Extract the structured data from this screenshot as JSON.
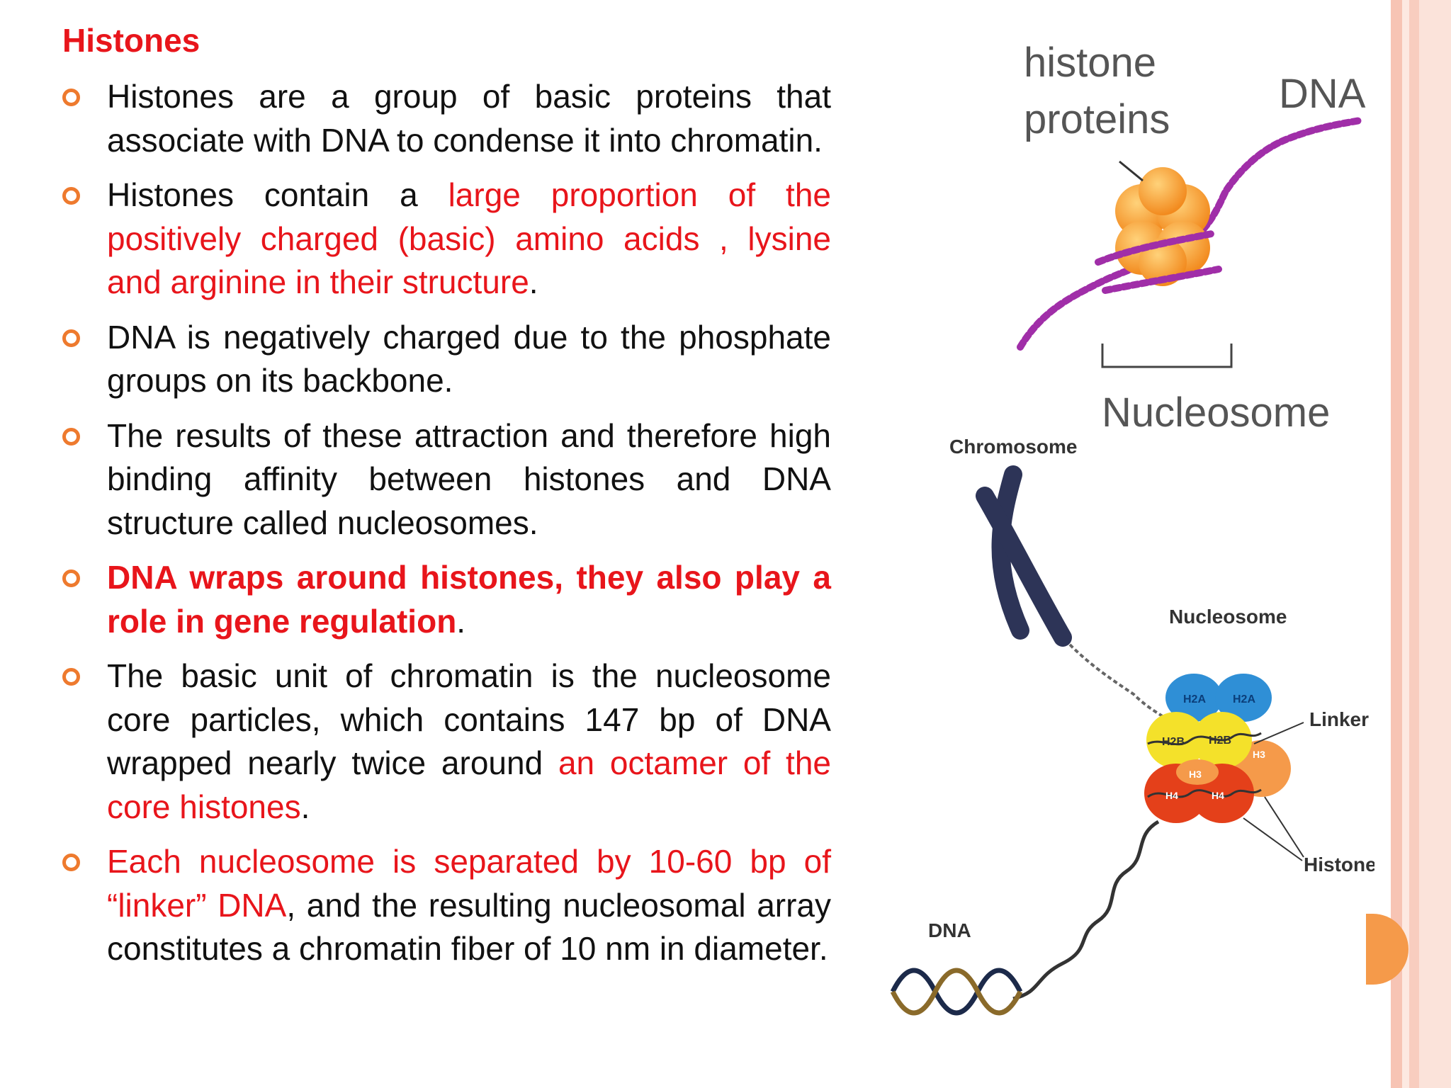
{
  "slide": {
    "title": "Histones",
    "bullets": [
      {
        "parts": [
          {
            "text": "Histones are a group of basic proteins that associate with DNA to condense it into chromatin.",
            "style": ""
          }
        ]
      },
      {
        "parts": [
          {
            "text": "Histones contain a ",
            "style": ""
          },
          {
            "text": "large proportion of the positively charged (basic) amino acids , lysine and arginine in their structure",
            "style": "red"
          },
          {
            "text": ".",
            "style": ""
          }
        ]
      },
      {
        "parts": [
          {
            "text": "DNA is negatively charged due to the phosphate groups on its backbone.",
            "style": ""
          }
        ]
      },
      {
        "parts": [
          {
            "text": "The results of these attraction and therefore high binding affinity between histones and DNA structure called nucleosomes.",
            "style": ""
          }
        ]
      },
      {
        "parts": [
          {
            "text": "DNA wraps around histones, they also play a role in gene regulation",
            "style": "red bold"
          },
          {
            "text": ".",
            "style": ""
          }
        ]
      },
      {
        "parts": [
          {
            "text": "The basic unit of chromatin is the nucleosome core particles, which contains 147 bp of DNA wrapped nearly twice around ",
            "style": ""
          },
          {
            "text": "an octamer of the core histones",
            "style": "red"
          },
          {
            "text": ".",
            "style": ""
          }
        ]
      },
      {
        "parts": [
          {
            "text": "Each nucleosome is separated by 10-60 bp of “linker” DNA",
            "style": "red"
          },
          {
            "text": ", and the resulting nucleosomal array constitutes a chromatin fiber of 10 nm in diameter.",
            "style": ""
          }
        ]
      }
    ]
  },
  "diagram_top": {
    "label_histone": [
      "histone",
      "proteins"
    ],
    "label_dna": "DNA",
    "label_nucleosome": "Nucleosome"
  },
  "diagram_bottom": {
    "label_chromosome": "Chromosome",
    "label_nucleosome": "Nucleosome",
    "label_linker": "Linker",
    "label_histone": "Histone",
    "label_dna": "DNA",
    "subunits": [
      "H2A",
      "H2A",
      "H2B",
      "H2B",
      "H3",
      "H3",
      "H4",
      "H4"
    ]
  },
  "colors": {
    "accent_red": "#e8151b",
    "bullet_orange": "#ee7a2e",
    "dna_purple": "#a02ea8",
    "histone_orange": "#f7a23a"
  }
}
